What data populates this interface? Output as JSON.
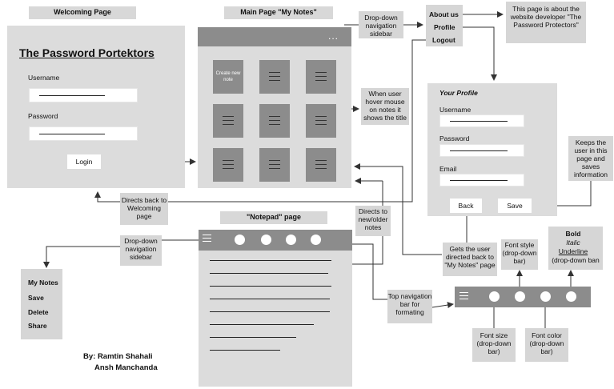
{
  "welcome": {
    "header": "Welcoming Page",
    "title": "The Password Portektors",
    "username_label": "Username",
    "password_label": "Password",
    "login_button": "Login"
  },
  "main": {
    "header": "Main Page \"My Notes\"",
    "more_icon": "...",
    "create_note": "Create new note"
  },
  "profile": {
    "title": "Your Profile",
    "username_label": "Username",
    "password_label": "Password",
    "email_label": "Email",
    "back_button": "Back",
    "save_button": "Save"
  },
  "nav_menu": {
    "about": "About us",
    "profile": "Profile",
    "logout": "Logout"
  },
  "notepad": {
    "header": "\"Notepad\" page"
  },
  "sidebar_menu": {
    "items": [
      "My Notes",
      "Save",
      "Delete",
      "Share"
    ]
  },
  "format_options": {
    "bold": "Bold",
    "italic": "Italic",
    "underline": "Underline",
    "dropdown": "(drop-down ban"
  },
  "annotations": {
    "dropdown_nav": "Drop-down navigation sidebar",
    "about_text": "This page is about the website developer \"The Password Protectors\"",
    "hover_text": "When user hover mouse on notes it shows the title",
    "keeps_user": "Keeps the user in this page and saves information",
    "directs_back": "Directs back to Welcoming page",
    "directs_notes": "Directs to new/older notes",
    "dropdown_nav2": "Drop-down navigation sidebar",
    "gets_user": "Gets the user directed back to \"My Notes\" page",
    "font_style": "Font style (drop-down bar)",
    "top_nav": "Top navigation bar for formating",
    "font_size": "Font size (drop-down bar)",
    "font_color": "Font color (drop-down bar)"
  },
  "credits": {
    "line1": "By: Ramtin Shahali",
    "line2": "Ansh Manchanda"
  }
}
